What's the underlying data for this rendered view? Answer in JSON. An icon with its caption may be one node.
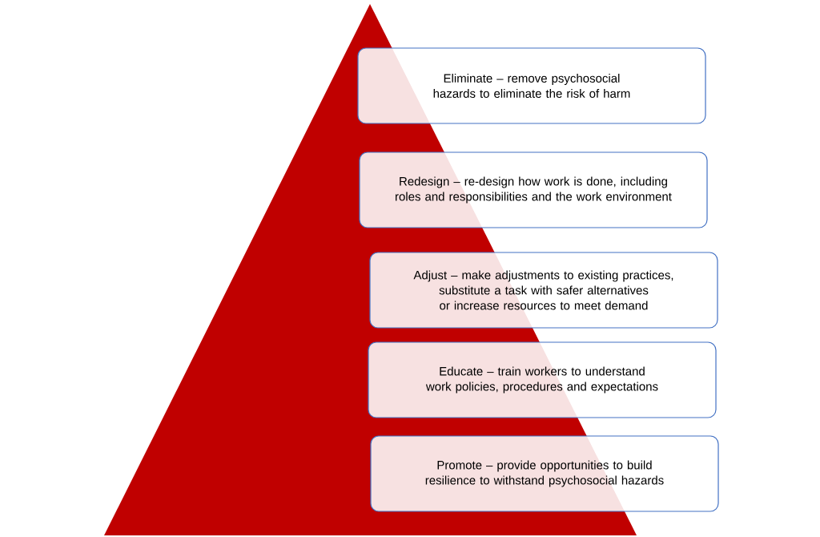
{
  "diagram": {
    "nodes": [
      {
        "text": [
          "Eliminate – remove psychosocial hazards to eliminate the risk of harm"
        ]
      },
      {
        "text": [
          "Redesign – re-design how work is done, including roles and responsibilities and the work environment"
        ]
      },
      {
        "text": [
          "Adjust – make adjustments to existing practices, substitute a task with safer alternatives or increase resources to meet demand"
        ]
      },
      {
        "text": [
          "Educate – train workers to understand work policies, procedures and expectations"
        ]
      },
      {
        "text": [
          "Promote – provide opportunities to build resilience to withstand psychosocial hazards"
        ]
      }
    ]
  }
}
